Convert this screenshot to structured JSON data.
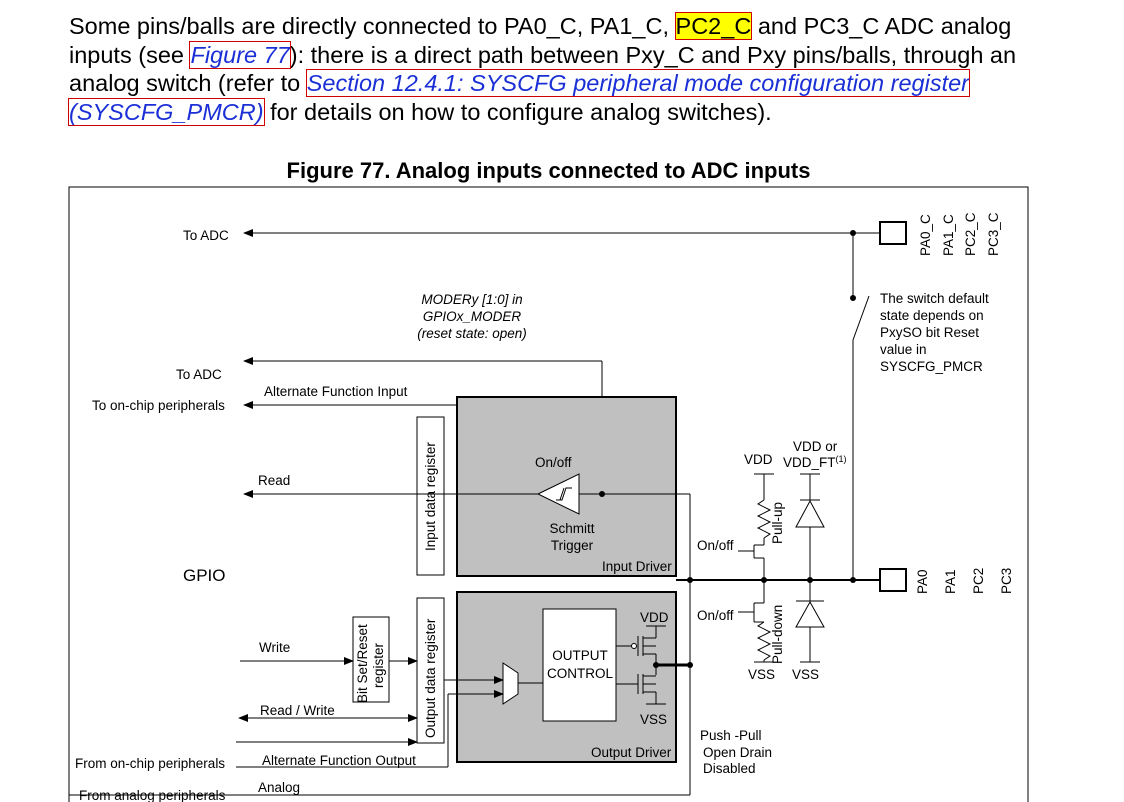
{
  "paragraph": {
    "text1": "Some pins/balls are directly connected to PA0_C, PA1_C, ",
    "highlight": "PC2_C",
    "text2": " and PC3_C ADC analog inputs (see ",
    "fig_link": "Figure 77",
    "text3": "): there is a direct path between Pxy_C and Pxy pins/balls, through an analog switch (refer to ",
    "section_link": "Section 12.4.1: SYSCFG peripheral mode configuration register (SYSCFG_PMCR)",
    "text4": " for details on how to configure analog switches)."
  },
  "figure_title": "Figure 77. Analog inputs connected to ADC inputs",
  "diagram": {
    "to_adc_top": "To ADC",
    "moder_line1": "MODERy [1:0] in",
    "moder_line2": "GPIOx_MODER",
    "moder_line3": "(reset state: open)",
    "to_adc_mid": "To ADC",
    "alt_func_input": "Alternate Function Input",
    "to_onchip": "To on-chip peripherals",
    "read": "Read",
    "gpio": "GPIO",
    "input_data_register": "Input data register",
    "on_off_schmitt": "On/off",
    "schmitt_line1": "Schmitt",
    "schmitt_line2": "Trigger",
    "input_driver": "Input Driver",
    "output_data_register": "Output data register",
    "bsr_line1": "Bit Set/Reset",
    "bsr_line2": "register",
    "write": "Write",
    "read_write": "Read / Write",
    "output_control_line1": "OUTPUT",
    "output_control_line2": "CONTROL",
    "vdd_out": "VDD",
    "vss_out": "VSS",
    "output_driver": "Output Driver",
    "alt_func_output": "Alternate Function Output",
    "from_onchip": "From on-chip peripherals",
    "analog": "Analog",
    "from_analog": "From analog peripherals",
    "push_pull": "Push -Pull",
    "open_drain": "Open Drain",
    "disabled": "Disabled",
    "vdd_pullup": "VDD",
    "vdd_or": "VDD or",
    "vdd_ft": "VDD_FT",
    "vdd_ft_sup": "(1)",
    "on_off_pullup": "On/off",
    "on_off_pulldown": "On/off",
    "pull_up": "Pull-up",
    "pull_down": "Pull-down",
    "vss_1": "VSS",
    "vss_2": "VSS",
    "switch_note": [
      "The switch default",
      "state depends on",
      "PxySO bit Reset",
      "value in",
      "SYSCFG_PMCR"
    ],
    "pins_c": [
      "PA0_C",
      "PA1_C",
      "PC2_C",
      "PC3_C"
    ],
    "pins": [
      "PA0",
      "PA1",
      "PC2",
      "PC3"
    ]
  }
}
